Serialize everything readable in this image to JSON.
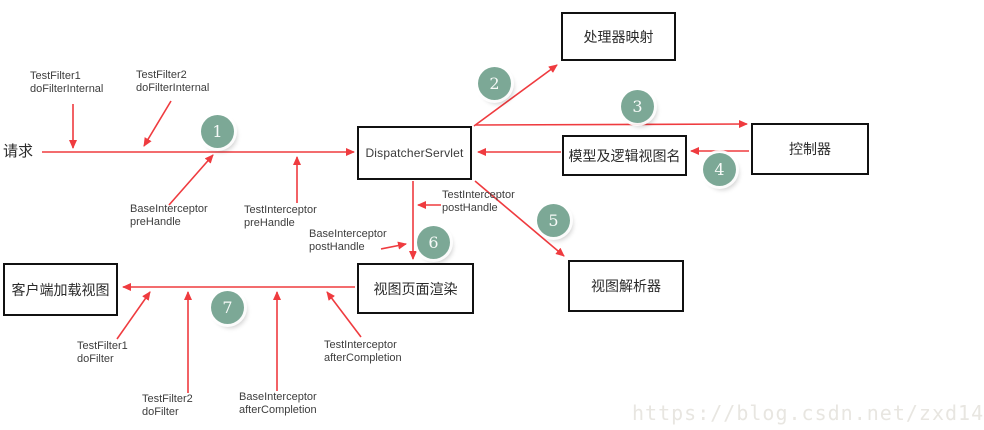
{
  "diagram": {
    "request_label": "请求",
    "nodes": {
      "dispatcher_servlet": "DispatcherServlet",
      "handler_mapping": "处理器映射",
      "controller": "控制器",
      "model_view_name": "模型及逻辑视图名",
      "view_resolver": "视图解析器",
      "view_page_render": "视图页面渲染",
      "client_load_view": "客户端加载视图"
    },
    "steps": {
      "s1": "1",
      "s2": "2",
      "s3": "3",
      "s4": "4",
      "s5": "5",
      "s6": "6",
      "s7": "7"
    },
    "annotations": {
      "testfilter1_dofilterinternal": "TestFilter1\ndoFilterInternal",
      "testfilter2_dofilterinternal": "TestFilter2\ndoFilterInternal",
      "baseinterceptor_prehandle": "BaseInterceptor\npreHandle",
      "testinterceptor_prehandle": "TestInterceptor\npreHandle",
      "testinterceptor_posthandle": "TestInterceptor\npostHandle",
      "baseinterceptor_posthandle": "BaseInterceptor\npostHandle",
      "testfilter1_dofilter": "TestFilter1\ndoFilter",
      "testfilter2_dofilter": "TestFilter2\ndoFilter",
      "baseinterceptor_aftercompletion": "BaseInterceptor\nafterCompletion",
      "testinterceptor_aftercompletion": "TestInterceptor\nafterCompletion"
    },
    "colors": {
      "arrow": "#ef3b3f",
      "step_circle": "#7ca896",
      "node_border": "#111111",
      "text": "#3d3d3d",
      "watermark": "#e8e6e1"
    },
    "watermark": "https://blog.csdn.net/zxd14"
  }
}
